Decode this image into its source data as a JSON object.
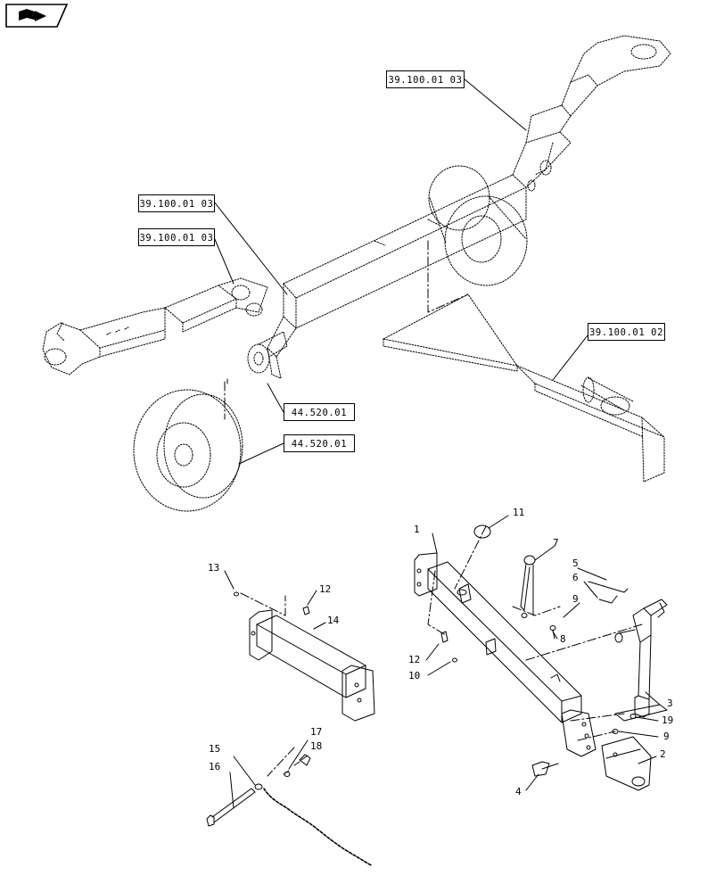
{
  "refs": [
    {
      "label": "39.100.01 03"
    },
    {
      "label": "39.100.01 03"
    },
    {
      "label": "39.100.01 03"
    },
    {
      "label": "39.100.01 02"
    },
    {
      "label": "44.520.01"
    },
    {
      "label": "44.520.01"
    }
  ],
  "callouts": [
    "11",
    "1",
    "7",
    "5",
    "6",
    "9",
    "8",
    "12",
    "10",
    "3",
    "19",
    "9",
    "2",
    "4",
    "13",
    "12",
    "14",
    "17",
    "18",
    "15",
    "16"
  ],
  "icons": {
    "nav": "book-arrow-icon"
  }
}
